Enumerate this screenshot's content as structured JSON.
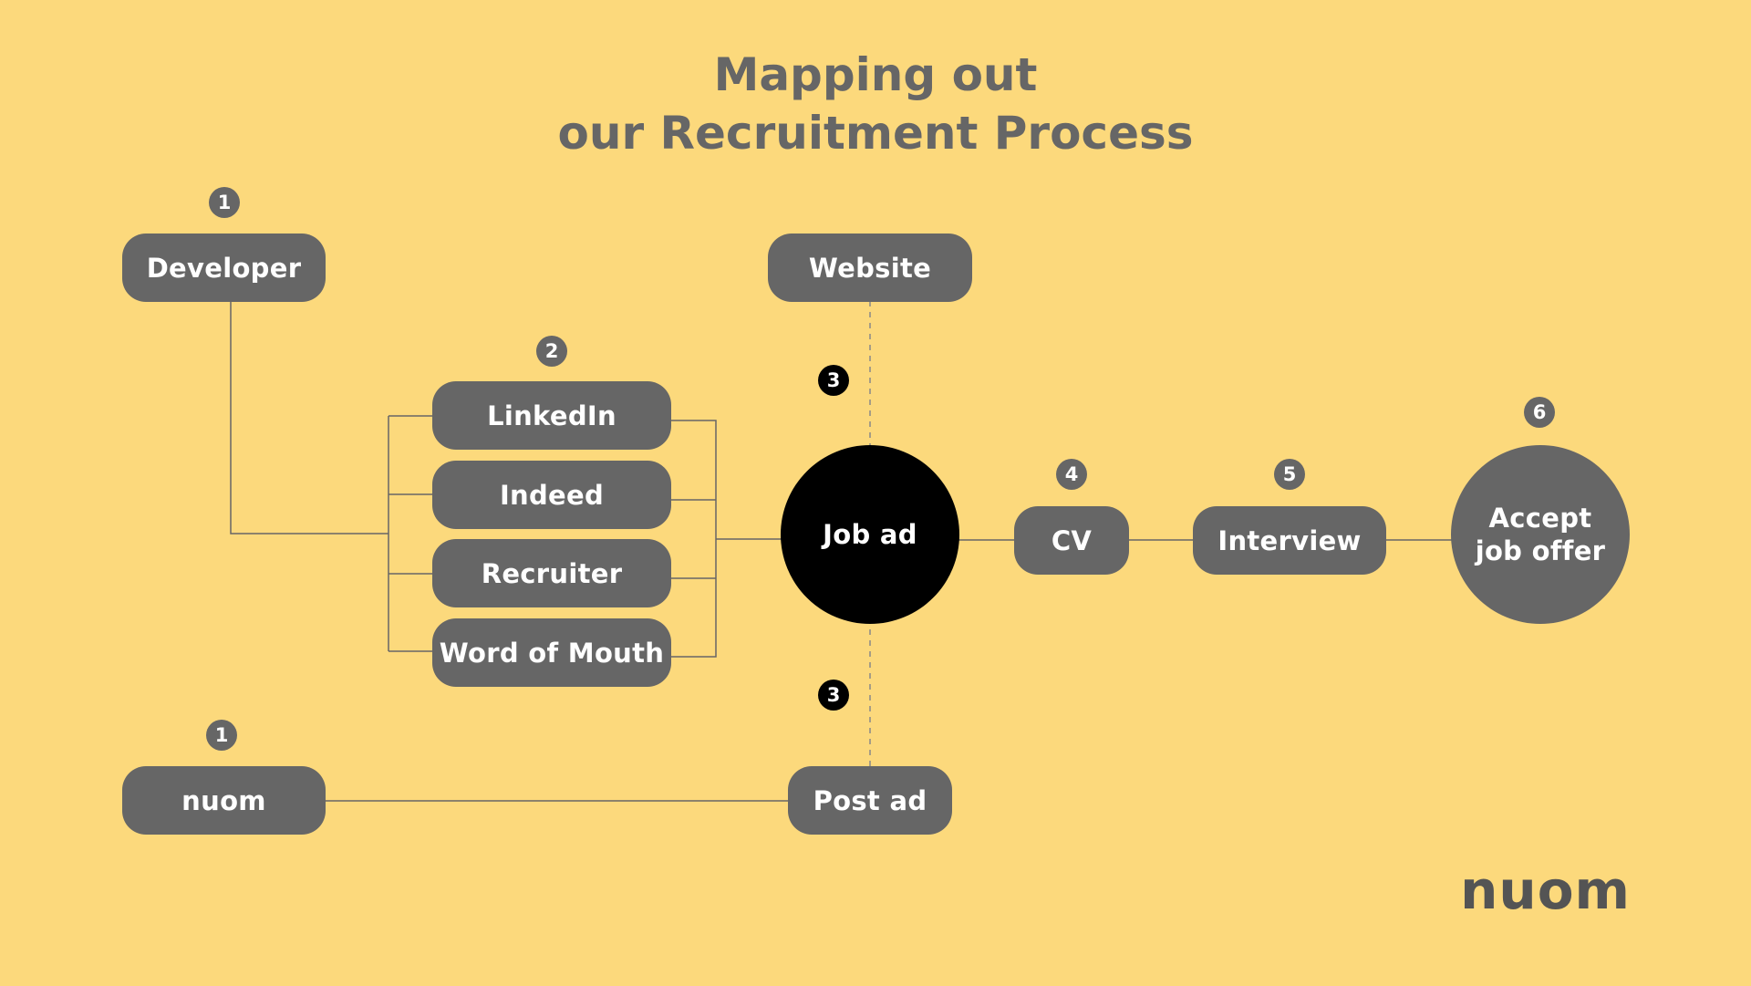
{
  "title": {
    "line1": "Mapping out",
    "line2": "our Recruitment Process"
  },
  "nodes": {
    "developer": "Developer",
    "website": "Website",
    "linkedin": "LinkedIn",
    "indeed": "Indeed",
    "recruiter": "Recruiter",
    "word_of_mouth": "Word of Mouth",
    "job_ad": "Job ad",
    "cv": "CV",
    "interview": "Interview",
    "accept_line1": "Accept",
    "accept_line2": "job offer",
    "nuom": "nuom",
    "post_ad": "Post ad"
  },
  "badges": {
    "developer": "1",
    "channels": "2",
    "job_ad_top": "3",
    "job_ad_bottom": "3",
    "cv": "4",
    "interview": "5",
    "accept": "6",
    "nuom": "1"
  },
  "logo": "nuom",
  "colors": {
    "background": "#fcd97c",
    "node": "#666666",
    "highlight": "#000000",
    "line": "#666666",
    "text": "#ffffff"
  }
}
